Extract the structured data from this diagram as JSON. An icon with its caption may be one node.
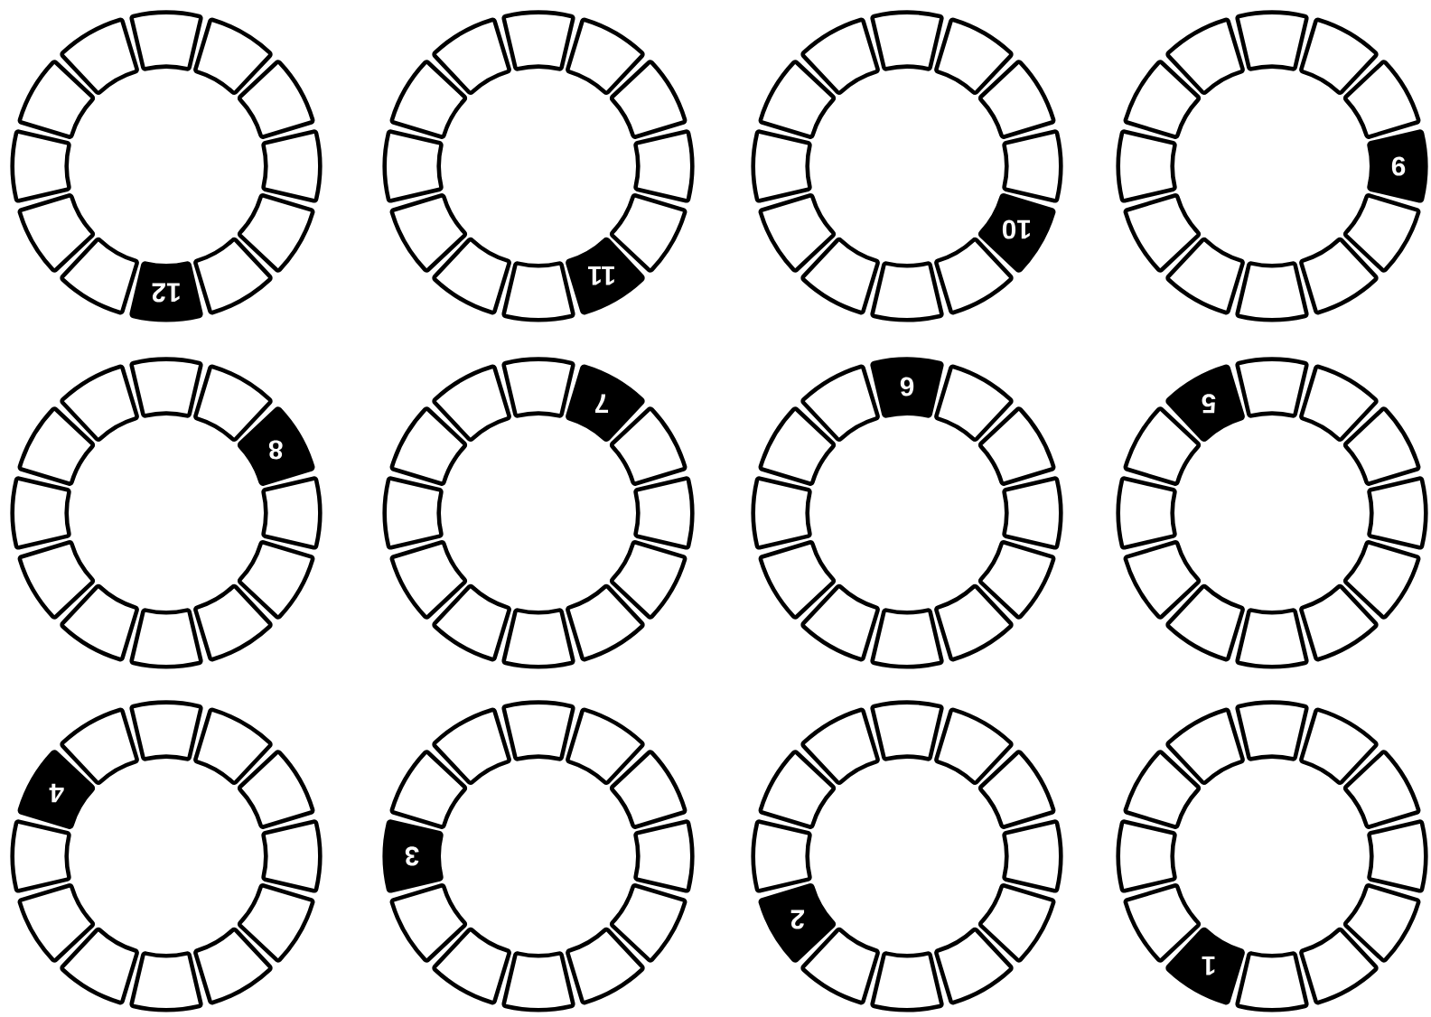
{
  "diagram": {
    "nodes": [
      {
        "text": [],
        "shape": "box"
      },
      {
        "text": [],
        "shape": "box"
      },
      {
        "text": [],
        "shape": "box"
      },
      {
        "text": [],
        "shape": "box"
      },
      {
        "text": [],
        "shape": "box"
      },
      {
        "text": [],
        "shape": "box"
      },
      {
        "text": [
          "12"
        ]
      },
      {
        "text": [],
        "shape": "box"
      },
      {
        "text": [],
        "shape": "box"
      },
      {
        "text": [],
        "shape": "box"
      },
      {
        "text": [],
        "shape": "box"
      },
      {
        "text": [],
        "shape": "box"
      },
      {
        "text": [],
        "shape": "box"
      },
      {
        "text": [],
        "shape": "box"
      },
      {
        "text": [],
        "shape": "box"
      },
      {
        "text": [],
        "shape": "box"
      },
      {
        "text": [],
        "shape": "box"
      },
      {
        "text": [
          "11"
        ]
      },
      {
        "text": [],
        "shape": "box"
      },
      {
        "text": [],
        "shape": "box"
      },
      {
        "text": [],
        "shape": "box"
      },
      {
        "text": [],
        "shape": "box"
      },
      {
        "text": [],
        "shape": "box"
      },
      {
        "text": [],
        "shape": "box"
      },
      {
        "text": [],
        "shape": "box"
      },
      {
        "text": [],
        "shape": "box"
      },
      {
        "text": [],
        "shape": "box"
      },
      {
        "text": [],
        "shape": "box"
      },
      {
        "text": [
          "10"
        ]
      },
      {
        "text": [],
        "shape": "box"
      },
      {
        "text": [],
        "shape": "box"
      },
      {
        "text": [],
        "shape": "box"
      },
      {
        "text": [],
        "shape": "box"
      },
      {
        "text": [],
        "shape": "box"
      },
      {
        "text": [],
        "shape": "box"
      },
      {
        "text": [],
        "shape": "box"
      },
      {
        "text": [],
        "shape": "box"
      },
      {
        "text": [],
        "shape": "box"
      },
      {
        "text": [],
        "shape": "box"
      },
      {
        "text": [
          "9"
        ]
      },
      {
        "text": [],
        "shape": "box"
      },
      {
        "text": [],
        "shape": "box"
      },
      {
        "text": [],
        "shape": "box"
      },
      {
        "text": [],
        "shape": "box"
      },
      {
        "text": [],
        "shape": "box"
      },
      {
        "text": [],
        "shape": "box"
      },
      {
        "text": [],
        "shape": "box"
      },
      {
        "text": [],
        "shape": "box"
      },
      {
        "text": [],
        "shape": "box"
      },
      {
        "text": [],
        "shape": "box"
      },
      {
        "text": [
          "8"
        ]
      },
      {
        "text": [],
        "shape": "box"
      },
      {
        "text": [],
        "shape": "box"
      },
      {
        "text": [],
        "shape": "box"
      },
      {
        "text": [],
        "shape": "box"
      },
      {
        "text": [],
        "shape": "box"
      },
      {
        "text": [],
        "shape": "box"
      },
      {
        "text": [],
        "shape": "box"
      },
      {
        "text": [],
        "shape": "box"
      },
      {
        "text": [],
        "shape": "box"
      },
      {
        "text": [],
        "shape": "box"
      },
      {
        "text": [
          "7"
        ]
      },
      {
        "text": [],
        "shape": "box"
      },
      {
        "text": [],
        "shape": "box"
      },
      {
        "text": [],
        "shape": "box"
      },
      {
        "text": [],
        "shape": "box"
      },
      {
        "text": [],
        "shape": "box"
      },
      {
        "text": [],
        "shape": "box"
      },
      {
        "text": [],
        "shape": "box"
      },
      {
        "text": [],
        "shape": "box"
      },
      {
        "text": [],
        "shape": "box"
      },
      {
        "text": [],
        "shape": "box"
      },
      {
        "text": [
          "6"
        ]
      },
      {
        "text": [],
        "shape": "box"
      },
      {
        "text": [],
        "shape": "box"
      },
      {
        "text": [],
        "shape": "box"
      },
      {
        "text": [],
        "shape": "box"
      },
      {
        "text": [],
        "shape": "box"
      },
      {
        "text": [],
        "shape": "box"
      },
      {
        "text": [],
        "shape": "box"
      },
      {
        "text": [],
        "shape": "box"
      },
      {
        "text": [],
        "shape": "box"
      },
      {
        "text": [],
        "shape": "box"
      },
      {
        "text": [],
        "shape": "box"
      },
      {
        "text": [],
        "shape": "box"
      },
      {
        "text": [],
        "shape": "box"
      },
      {
        "text": [],
        "shape": "box"
      },
      {
        "text": [],
        "shape": "box"
      },
      {
        "text": [],
        "shape": "box"
      },
      {
        "text": [],
        "shape": "box"
      },
      {
        "text": [],
        "shape": "box"
      },
      {
        "text": [],
        "shape": "box"
      },
      {
        "text": [],
        "shape": "box"
      },
      {
        "text": [],
        "shape": "box"
      },
      {
        "text": [],
        "shape": "box"
      },
      {
        "text": [
          "5"
        ]
      },
      {
        "text": [],
        "shape": "box"
      },
      {
        "text": [],
        "shape": "box"
      },
      {
        "text": [],
        "shape": "box"
      },
      {
        "text": [],
        "shape": "box"
      },
      {
        "text": [],
        "shape": "box"
      },
      {
        "text": [],
        "shape": "box"
      },
      {
        "text": [],
        "shape": "box"
      },
      {
        "text": [],
        "shape": "box"
      },
      {
        "text": [],
        "shape": "box"
      },
      {
        "text": [],
        "shape": "box"
      },
      {
        "text": [
          "4"
        ]
      },
      {
        "text": [],
        "shape": "box"
      },
      {
        "text": [],
        "shape": "box"
      },
      {
        "text": [],
        "shape": "box"
      },
      {
        "text": [],
        "shape": "box"
      },
      {
        "text": [],
        "shape": "box"
      },
      {
        "text": [],
        "shape": "box"
      },
      {
        "text": [],
        "shape": "box"
      },
      {
        "text": [],
        "shape": "box"
      },
      {
        "text": [],
        "shape": "box"
      },
      {
        "text": [],
        "shape": "box"
      },
      {
        "text": [
          "3"
        ]
      },
      {
        "text": [],
        "shape": "box"
      },
      {
        "text": [],
        "shape": "box"
      },
      {
        "text": [],
        "shape": "box"
      },
      {
        "text": [],
        "shape": "box"
      },
      {
        "text": [],
        "shape": "box"
      },
      {
        "text": [],
        "shape": "box"
      },
      {
        "text": [],
        "shape": "box"
      },
      {
        "text": [],
        "shape": "box"
      },
      {
        "text": [],
        "shape": "box"
      },
      {
        "text": [],
        "shape": "box"
      },
      {
        "text": [
          "2"
        ]
      },
      {
        "text": [],
        "shape": "box"
      },
      {
        "text": [],
        "shape": "box"
      },
      {
        "text": [],
        "shape": "box"
      },
      {
        "text": [],
        "shape": "box"
      },
      {
        "text": [],
        "shape": "box"
      },
      {
        "text": [],
        "shape": "box"
      },
      {
        "text": [],
        "shape": "box"
      },
      {
        "text": [],
        "shape": "box"
      },
      {
        "text": [],
        "shape": "box"
      },
      {
        "text": [],
        "shape": "box"
      },
      {
        "text": [
          "1"
        ]
      },
      {
        "text": [],
        "shape": "box"
      },
      {
        "text": [],
        "shape": "box"
      },
      {
        "text": [],
        "shape": "box"
      },
      {
        "text": [],
        "shape": "box"
      }
    ]
  }
}
